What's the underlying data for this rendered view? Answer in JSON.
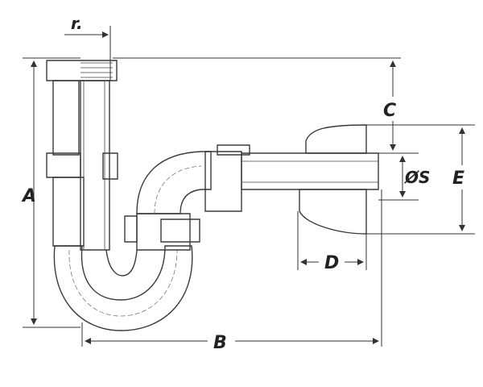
{
  "labels": {
    "r": "r.",
    "A": "A",
    "B": "B",
    "C": "C",
    "D": "D",
    "S": "ØS",
    "E": "E"
  },
  "colors": {
    "line": "#3a3a3a",
    "fill": "#e6e6e6",
    "background": "#ffffff"
  }
}
